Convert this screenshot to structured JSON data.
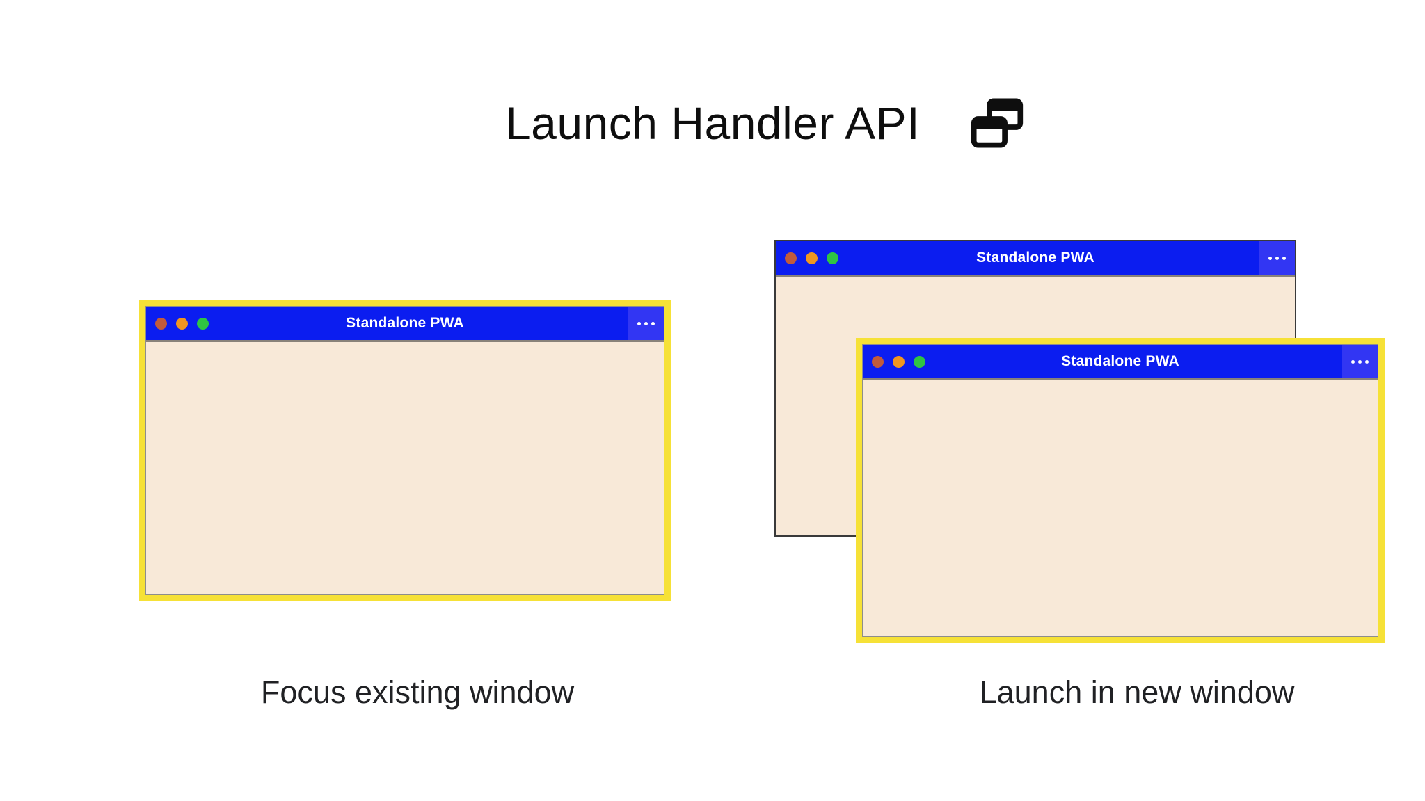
{
  "header": {
    "title": "Launch Handler API",
    "icon": "overlapping-windows-icon"
  },
  "scenarios": [
    {
      "id": "focus-existing",
      "caption": "Focus existing window",
      "windows": [
        {
          "title": "Standalone PWA",
          "highlighted": true
        }
      ]
    },
    {
      "id": "launch-new",
      "caption": "Launch in new window",
      "windows": [
        {
          "title": "Standalone PWA",
          "highlighted": false
        },
        {
          "title": "Standalone PWA",
          "highlighted": true
        }
      ]
    }
  ],
  "icons": {
    "window_controls": [
      "close",
      "minimize",
      "maximize"
    ],
    "more_menu": "ellipsis-dots"
  },
  "colors": {
    "titlebar_blue": "#0b1df0",
    "menu_button_blue": "#3236f3",
    "window_body_cream": "#f8e9d8",
    "highlight_ring_yellow": "#f6e137",
    "plain_border_gray": "#3a3a3a",
    "dot_close": "#c15b3c",
    "dot_minimize": "#f09620",
    "dot_maximize": "#2fc443",
    "heading_text": "#0e0e0e",
    "caption_text": "#202124"
  }
}
